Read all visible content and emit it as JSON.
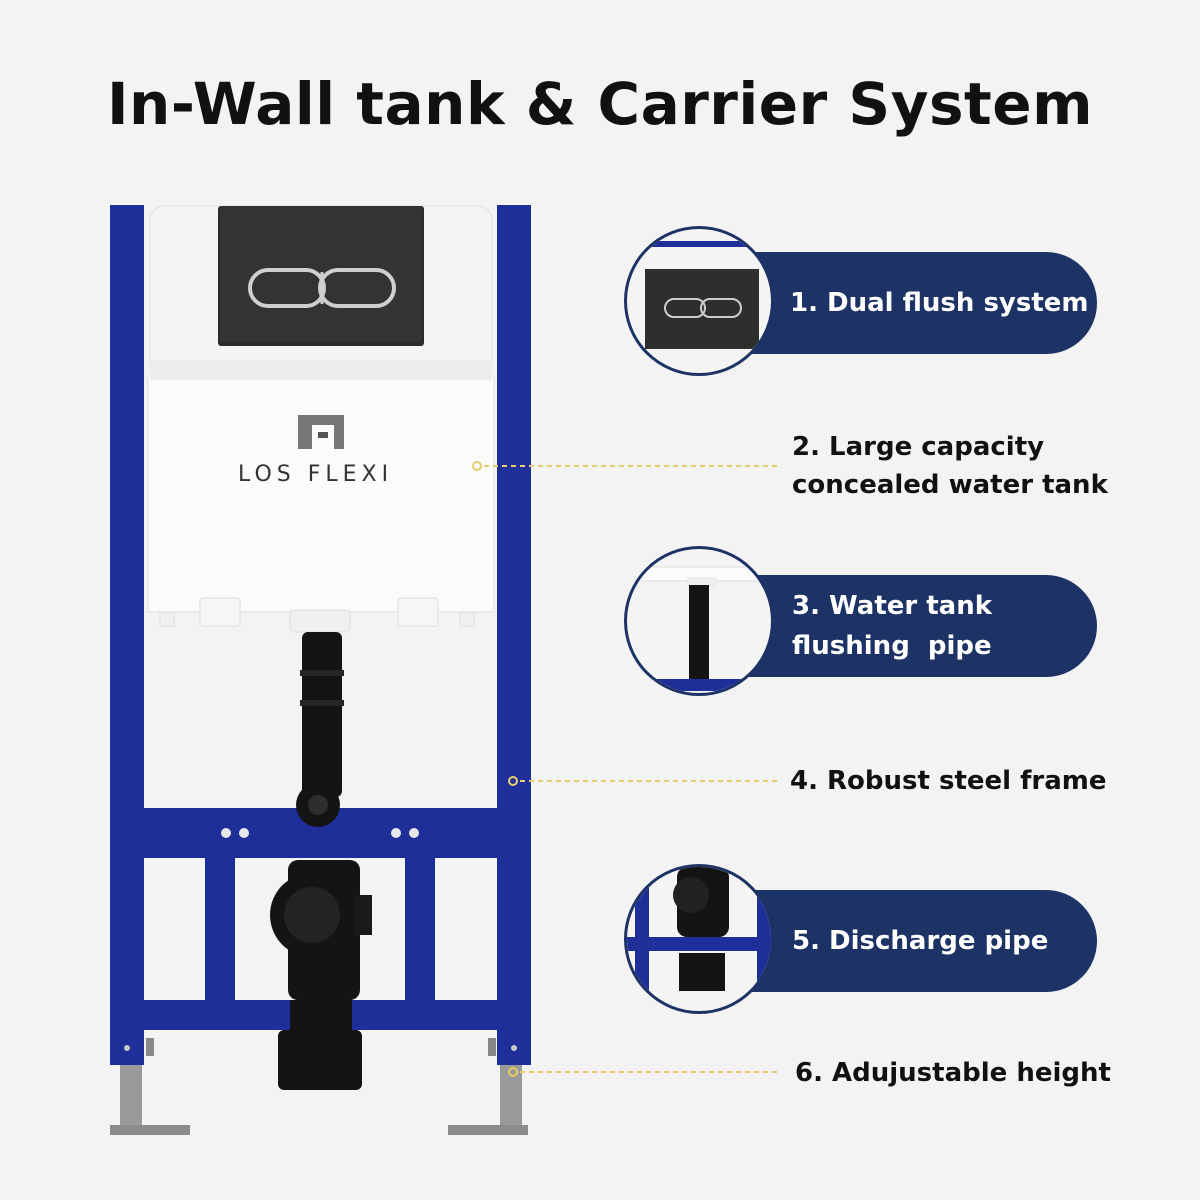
{
  "title": "In-Wall tank & Carrier System",
  "brand": {
    "name": "LOS FLEXI"
  },
  "features": [
    {
      "label_lines": [
        "1. Dual flush system"
      ]
    },
    {
      "label_lines": [
        "2. Large capacity",
        "concealed water tank"
      ]
    },
    {
      "label_lines": [
        "3. Water tank",
        "flushing  pipe"
      ]
    },
    {
      "label_lines": [
        "4. Robust steel frame"
      ]
    },
    {
      "label_lines": [
        "5. Discharge pipe"
      ]
    },
    {
      "label_lines": [
        "6. Adujustable height"
      ]
    }
  ],
  "colors": {
    "frame_blue": "#1f2f9a",
    "pill_navy": "#1d3366",
    "leader_gold": "#e6cf6a",
    "pipe_black": "#111111",
    "tank_white": "#fbfbfb"
  }
}
